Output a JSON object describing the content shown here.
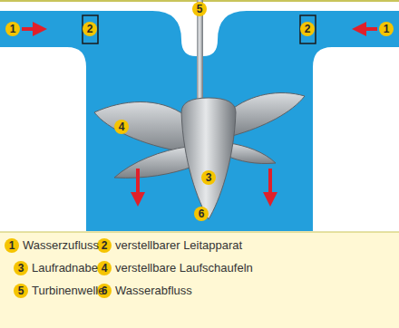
{
  "diagram": {
    "labels": [
      "1",
      "2",
      "5",
      "2",
      "1",
      "4",
      "3",
      "6",
      "1",
      "2",
      "3",
      "4",
      "5",
      "6"
    ],
    "legend": [
      {
        "text": "Wasserzufluss"
      },
      {
        "text": "verstellbarer Leitapparat"
      },
      {
        "text": "Laufradnabe"
      },
      {
        "text": "verstellbare Laufschaufeln"
      },
      {
        "text": "Turbinenwelle"
      },
      {
        "text": "Wasserabfluss"
      }
    ]
  }
}
